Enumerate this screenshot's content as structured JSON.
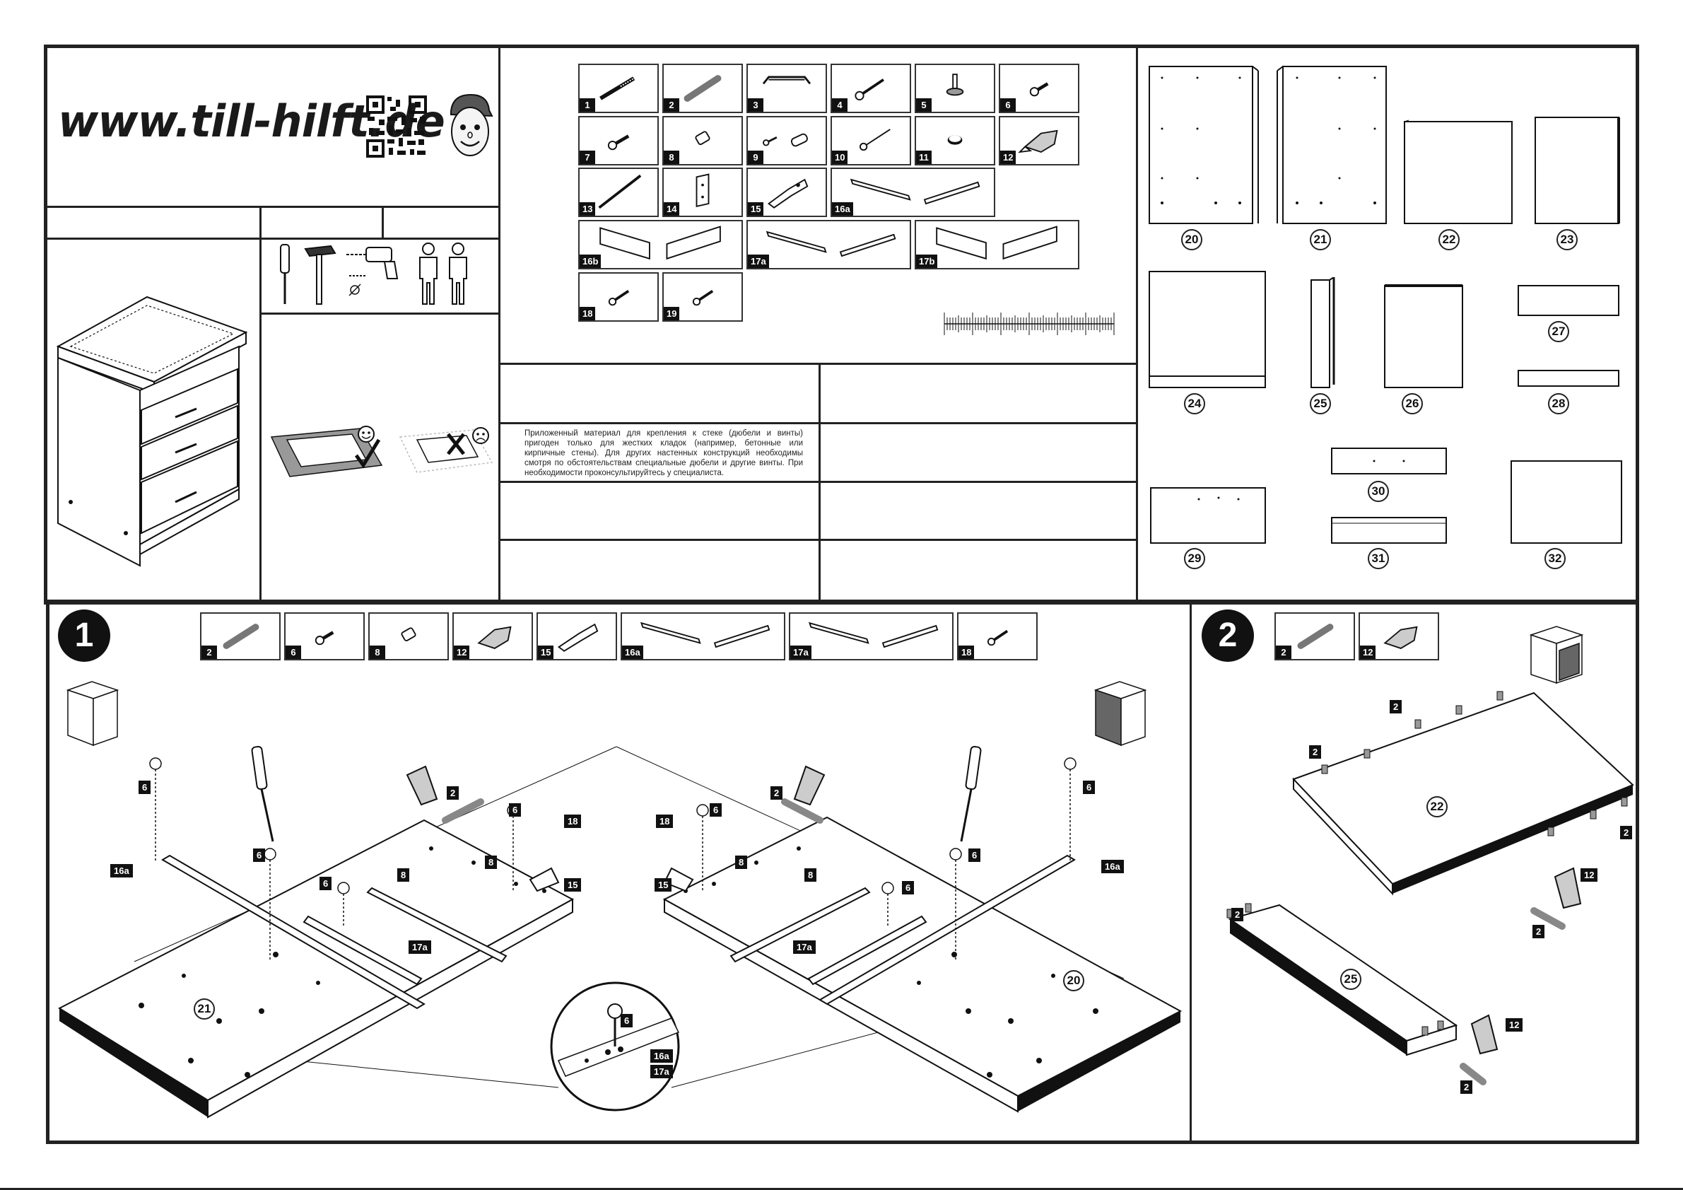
{
  "header": {
    "website": "www.till-hilft.de"
  },
  "icons": {
    "qr": "qr-code-icon",
    "mascot": "mascot-face-icon",
    "tools": [
      "screwdriver-icon",
      "hammer-icon",
      "drill-icon",
      "two-persons-icon"
    ]
  },
  "warning_text": "Приложенный материал для крепления к стеке (дюбели и винты) пригоден только для жестких кладок (например, бетонные или кирпичные стены). Для других настенных конструкций необходимы смотря по обстоятельствам специальные дюбели и другие винты. При необходимости проконсультируйтесь у специалиста.",
  "hardware_parts": [
    "1",
    "2",
    "3",
    "4",
    "5",
    "6",
    "7",
    "8",
    "9",
    "10",
    "11",
    "12",
    "13",
    "14",
    "15",
    "16a",
    "17a",
    "18",
    "19"
  ],
  "hardware_labels": {
    "p1": "1",
    "p2": "2",
    "p3": "3",
    "p4": "4",
    "p5": "5",
    "p6": "6",
    "p7": "7",
    "p8": "8",
    "p9": "9",
    "p10": "10",
    "p11": "11",
    "p12": "12",
    "p13": "13",
    "p14": "14",
    "p15": "15",
    "p16a": "16a",
    "p16b": "16b",
    "p17a": "17a",
    "p17b": "17b",
    "p18": "18",
    "p19": "19"
  },
  "panels": {
    "p20": "20",
    "p21": "21",
    "p22": "22",
    "p23": "23",
    "p24": "24",
    "p25": "25",
    "p26": "26",
    "p27": "27",
    "p28": "28",
    "p29": "29",
    "p30": "30",
    "p31": "31",
    "p32": "32"
  },
  "step1": {
    "number": "1",
    "parts": {
      "a": "2",
      "b": "6",
      "c": "8",
      "d": "12",
      "e": "15",
      "f": "16a",
      "g": "17a",
      "h": "18"
    },
    "labels": {
      "l6a": "6",
      "l6b": "6",
      "l6c": "6",
      "l16a": "16a",
      "l2": "2",
      "l6d": "6",
      "l18": "18",
      "l8a": "8",
      "l8b": "8",
      "l15": "15",
      "l17a": "17a",
      "l21": "21",
      "r2": "2",
      "r18": "18",
      "r6a": "6",
      "r8a": "8",
      "r8b": "8",
      "r15": "15",
      "r6b": "6",
      "r6c": "6",
      "r6d": "6",
      "r16a": "16a",
      "r17a": "17a",
      "r20": "20",
      "z6": "6",
      "z16a": "16a",
      "z17a": "17a"
    }
  },
  "step2": {
    "number": "2",
    "parts": {
      "a": "2",
      "b": "12"
    },
    "labels": {
      "t2a": "2",
      "t2b": "2",
      "t2c": "2",
      "t22": "22",
      "t12a": "12",
      "t2d": "2",
      "b2a": "2",
      "b25": "25",
      "b12": "12",
      "b2b": "2"
    }
  }
}
